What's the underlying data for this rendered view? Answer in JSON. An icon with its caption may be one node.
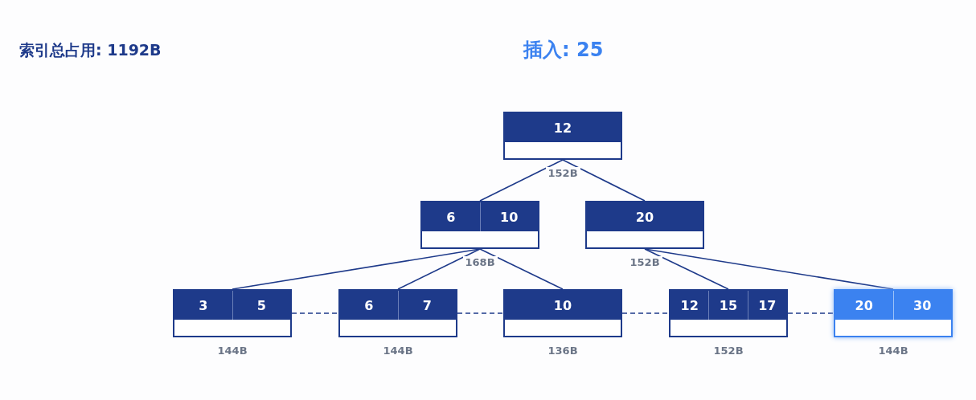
{
  "diagram": {
    "title": "插入: 25",
    "nodes": [
      {
        "text": [
          "12"
        ],
        "beside": [
          "152B"
        ]
      },
      {
        "text": [
          "6",
          "10"
        ],
        "beside": [
          "168B"
        ]
      },
      {
        "text": [
          "20"
        ],
        "beside": [
          "152B"
        ]
      },
      {
        "text": [
          "3",
          "5"
        ],
        "beside": [
          "144B"
        ]
      },
      {
        "text": [
          "6",
          "7"
        ],
        "beside": [
          "144B"
        ]
      },
      {
        "text": [
          "10"
        ],
        "beside": [
          "136B"
        ]
      },
      {
        "text": [
          "12",
          "15",
          "17"
        ],
        "beside": [
          "152B"
        ]
      },
      {
        "text": [
          "20",
          "30"
        ],
        "beside": [
          "144B"
        ]
      }
    ],
    "edges": [
      {
        "from": 0,
        "to": 1,
        "arrow": "none"
      },
      {
        "from": 0,
        "to": 2,
        "arrow": "none"
      },
      {
        "from": 1,
        "to": 3,
        "arrow": "none"
      },
      {
        "from": 1,
        "to": 4,
        "arrow": "none"
      },
      {
        "from": 1,
        "to": 5,
        "arrow": "none"
      },
      {
        "from": 2,
        "to": 6,
        "arrow": "none"
      },
      {
        "from": 2,
        "to": 7,
        "arrow": "none"
      },
      {
        "from": 3,
        "to": 4,
        "arrow": "none",
        "style": "dashed"
      },
      {
        "from": 4,
        "to": 5,
        "arrow": "none",
        "style": "dashed"
      },
      {
        "from": 5,
        "to": 6,
        "arrow": "none",
        "style": "dashed"
      },
      {
        "from": 6,
        "to": 7,
        "arrow": "none",
        "style": "dashed"
      }
    ],
    "labels": [
      "索引总占用: 1192B"
    ]
  }
}
